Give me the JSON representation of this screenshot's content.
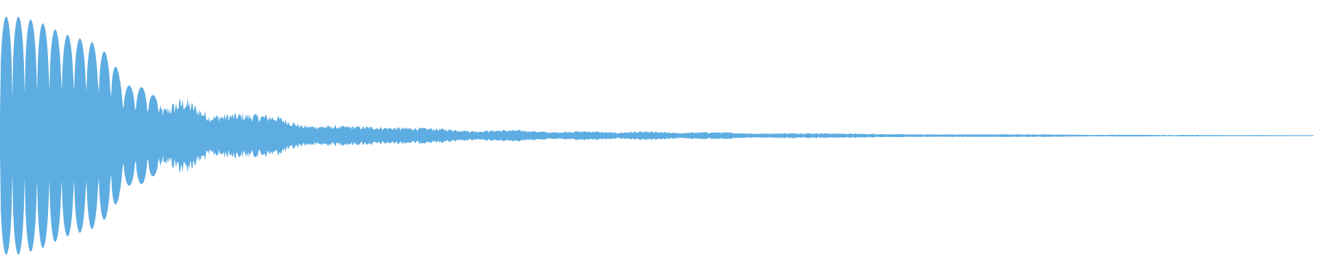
{
  "waveform": {
    "color": "#5dade2",
    "background": "#ffffff",
    "description_kind": "decaying-audio-waveform",
    "envelope": [
      {
        "t": 0.0,
        "a": 0.93
      },
      {
        "t": 0.01,
        "a": 0.95
      },
      {
        "t": 0.03,
        "a": 0.9
      },
      {
        "t": 0.05,
        "a": 0.8
      },
      {
        "t": 0.07,
        "a": 0.74
      },
      {
        "t": 0.085,
        "a": 0.62
      },
      {
        "t": 0.095,
        "a": 0.4
      },
      {
        "t": 0.11,
        "a": 0.38
      },
      {
        "t": 0.125,
        "a": 0.25
      },
      {
        "t": 0.14,
        "a": 0.32
      },
      {
        "t": 0.16,
        "a": 0.17
      },
      {
        "t": 0.18,
        "a": 0.2
      },
      {
        "t": 0.21,
        "a": 0.21
      },
      {
        "t": 0.23,
        "a": 0.12
      },
      {
        "t": 0.26,
        "a": 0.1
      },
      {
        "t": 0.3,
        "a": 0.07
      },
      {
        "t": 0.34,
        "a": 0.06
      },
      {
        "t": 0.38,
        "a": 0.05
      },
      {
        "t": 0.42,
        "a": 0.04
      },
      {
        "t": 0.48,
        "a": 0.035
      },
      {
        "t": 0.54,
        "a": 0.03
      },
      {
        "t": 0.6,
        "a": 0.022
      },
      {
        "t": 0.66,
        "a": 0.018
      },
      {
        "t": 0.72,
        "a": 0.014
      },
      {
        "t": 0.79,
        "a": 0.011
      },
      {
        "t": 0.86,
        "a": 0.008
      },
      {
        "t": 0.92,
        "a": 0.006
      },
      {
        "t": 1.0,
        "a": 0.004
      }
    ]
  }
}
